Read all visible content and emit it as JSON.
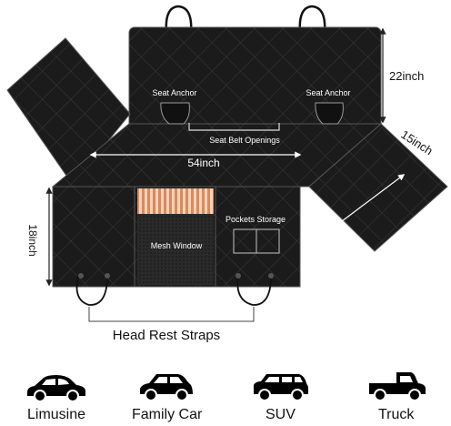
{
  "labels": {
    "seat_anchor_left": "Seat Anchor",
    "seat_anchor_right": "Seat Anchor",
    "seat_belt_openings": "Seat Belt Openings",
    "mesh_window": "Mesh Window",
    "pockets_storage": "Pockets Storage",
    "head_rest_straps": "Head Rest Straps"
  },
  "dimensions": {
    "width": "54inch",
    "height_top": "22inch",
    "depth_side": "15inch",
    "height_flap": "18inch"
  },
  "vehicles": [
    {
      "label": "Limusine",
      "icon": "sedan-icon"
    },
    {
      "label": "Family Car",
      "icon": "hatchback-icon"
    },
    {
      "label": "SUV",
      "icon": "suv-icon"
    },
    {
      "label": "Truck",
      "icon": "pickup-truck-icon"
    }
  ],
  "colors": {
    "cover": "#1b1b1b",
    "quilt_line": "#3a3a3a",
    "mesh_stripes": "#d98a5e",
    "outline": "#666666"
  }
}
